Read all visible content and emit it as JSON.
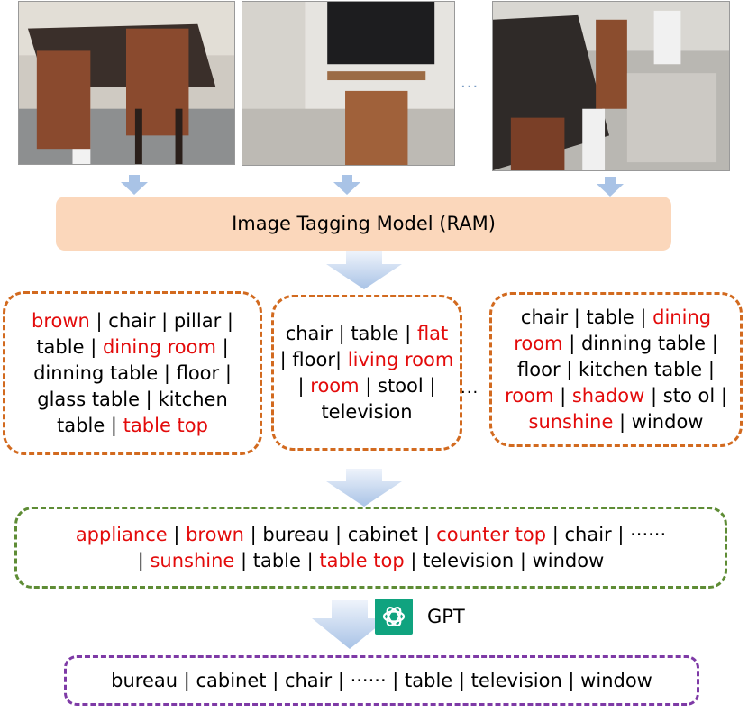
{
  "colors": {
    "ram_fill": "#fbd7bb",
    "tag_border": "#d26a1f",
    "merged_border": "#5e8c35",
    "final_border": "#7e3aa6",
    "highlight_red": "#e30b0b",
    "arrow_blue": "#a9c3e6",
    "gpt_green": "#10a37f"
  },
  "photos": {
    "ellipsis": "···"
  },
  "ram_model": {
    "label": "Image Tagging Model (RAM)"
  },
  "tag_groups": {
    "ellipsis": "···",
    "group1": [
      {
        "t": "brown",
        "r": true
      },
      {
        "t": " | chair | pillar | table | ",
        "r": false
      },
      {
        "t": "dining room",
        "r": true
      },
      {
        "t": " | dinning table | floor | glass table | kitchen table | ",
        "r": false
      },
      {
        "t": "table top",
        "r": true
      }
    ],
    "group2": [
      {
        "t": "chair | table | ",
        "r": false
      },
      {
        "t": "flat",
        "r": true
      },
      {
        "t": " | floor| ",
        "r": false
      },
      {
        "t": "living room",
        "r": true
      },
      {
        "t": " | ",
        "r": false
      },
      {
        "t": "room",
        "r": true
      },
      {
        "t": " | stool | television",
        "r": false
      }
    ],
    "group3": [
      {
        "t": "chair | table | ",
        "r": false
      },
      {
        "t": "dining room",
        "r": true
      },
      {
        "t": " | dinning table | floor | kitchen table | ",
        "r": false
      },
      {
        "t": "room",
        "r": true
      },
      {
        "t": " | ",
        "r": false
      },
      {
        "t": "shadow",
        "r": true
      },
      {
        "t": " | sto ol | ",
        "r": false
      },
      {
        "t": "sunshine",
        "r": true
      },
      {
        "t": " | window",
        "r": false
      }
    ]
  },
  "merged_tags": [
    {
      "t": "appliance",
      "r": true
    },
    {
      "t": " | ",
      "r": false
    },
    {
      "t": "brown",
      "r": true
    },
    {
      "t": " | bureau | cabinet | ",
      "r": false
    },
    {
      "t": "counter top",
      "r": true
    },
    {
      "t": " | chair | ······ | ",
      "r": false
    },
    {
      "t": "sunshine",
      "r": true
    },
    {
      "t": " | table | ",
      "r": false
    },
    {
      "t": "table top",
      "r": true
    },
    {
      "t": " | television | window",
      "r": false
    }
  ],
  "gpt": {
    "label": "GPT",
    "icon": "openai-logo-icon"
  },
  "final_tags": {
    "text": "bureau | cabinet | chair | ······ | table | television | window"
  }
}
